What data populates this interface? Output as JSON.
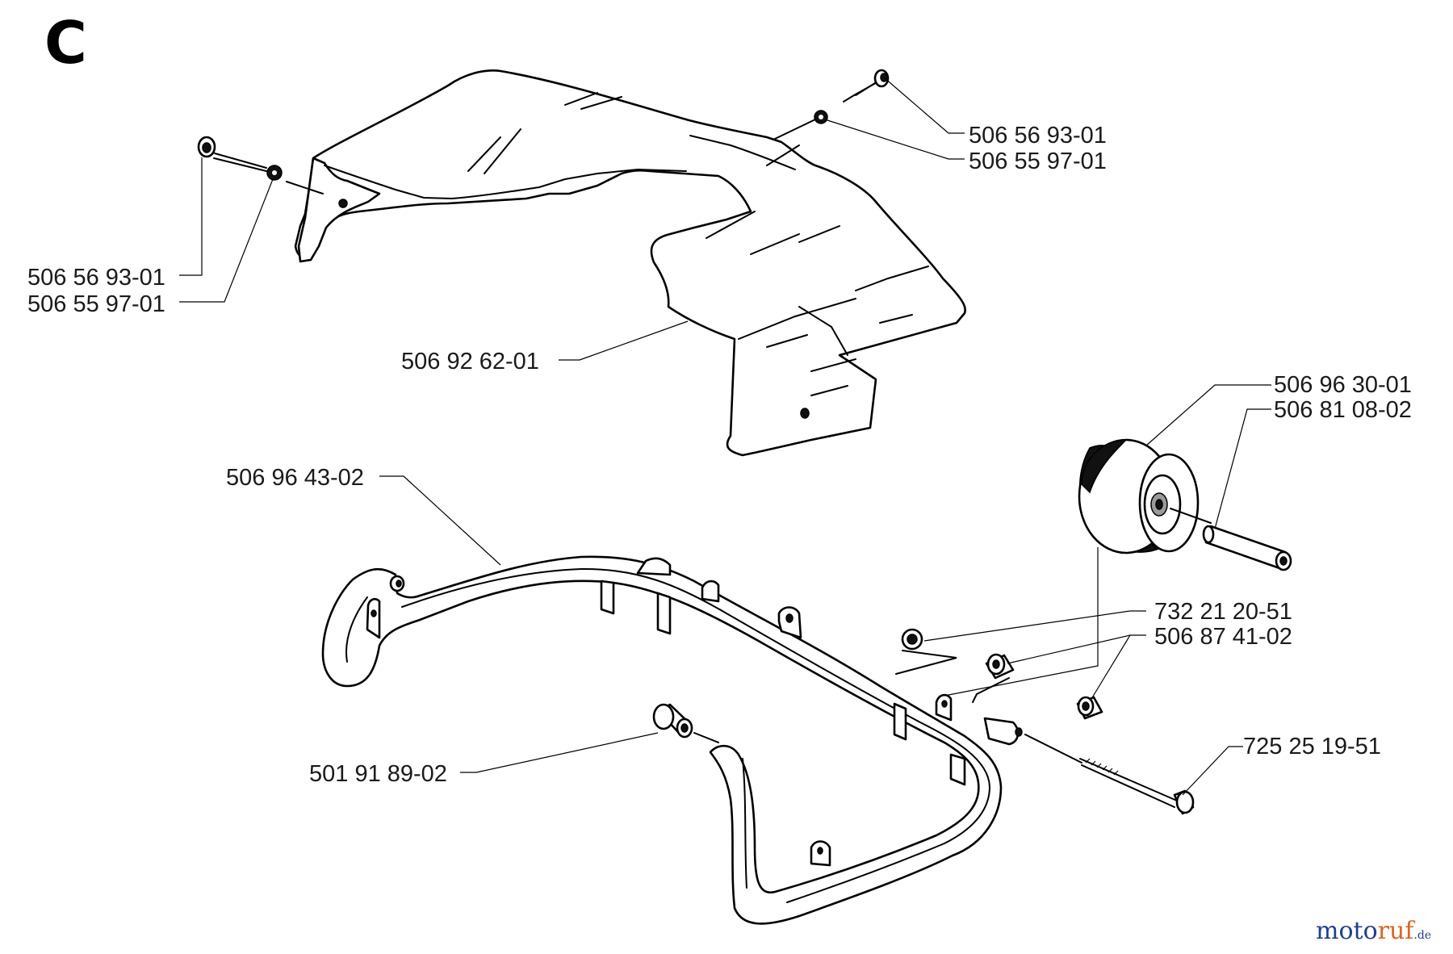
{
  "section": "C",
  "labels": {
    "bolt_right": "506 56 93-01",
    "washer_right": "506 55 97-01",
    "bolt_left": "506 56 93-01",
    "washer_left": "506 55 97-01",
    "cover": "506 92 62-01",
    "wheel": "506 96 30-01",
    "axle": "506 81 08-02",
    "frame": "506 96 43-02",
    "nut": "732 21 20-51",
    "spacer": "506 87 41-02",
    "bushing": "501 91 89-02",
    "long_bolt": "725 25 19-51"
  },
  "watermark": {
    "part1": "moto",
    "part2": "ruf",
    "part3": ".de"
  },
  "colors": {
    "line": "#000000",
    "watermark_blue": "#1f3f8f",
    "watermark_orange": "#d9661e"
  }
}
